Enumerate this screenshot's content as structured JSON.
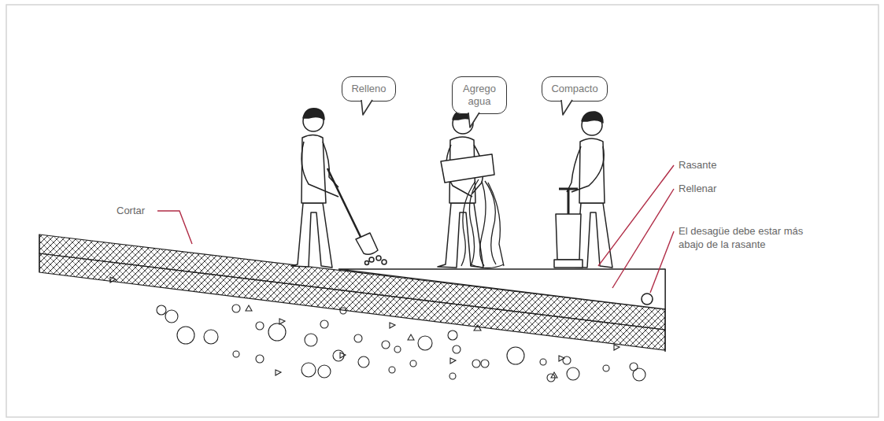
{
  "diagram": {
    "nodes": [
      {
        "text": [
          "Relleno"
        ]
      },
      {
        "text": [
          "Agrego agua"
        ]
      },
      {
        "text": [
          "Compacto"
        ]
      }
    ],
    "labels": [
      "Cortar",
      "Rasante",
      "Rellenar",
      "El desagüe debe estar más abajo de la rasante"
    ]
  }
}
